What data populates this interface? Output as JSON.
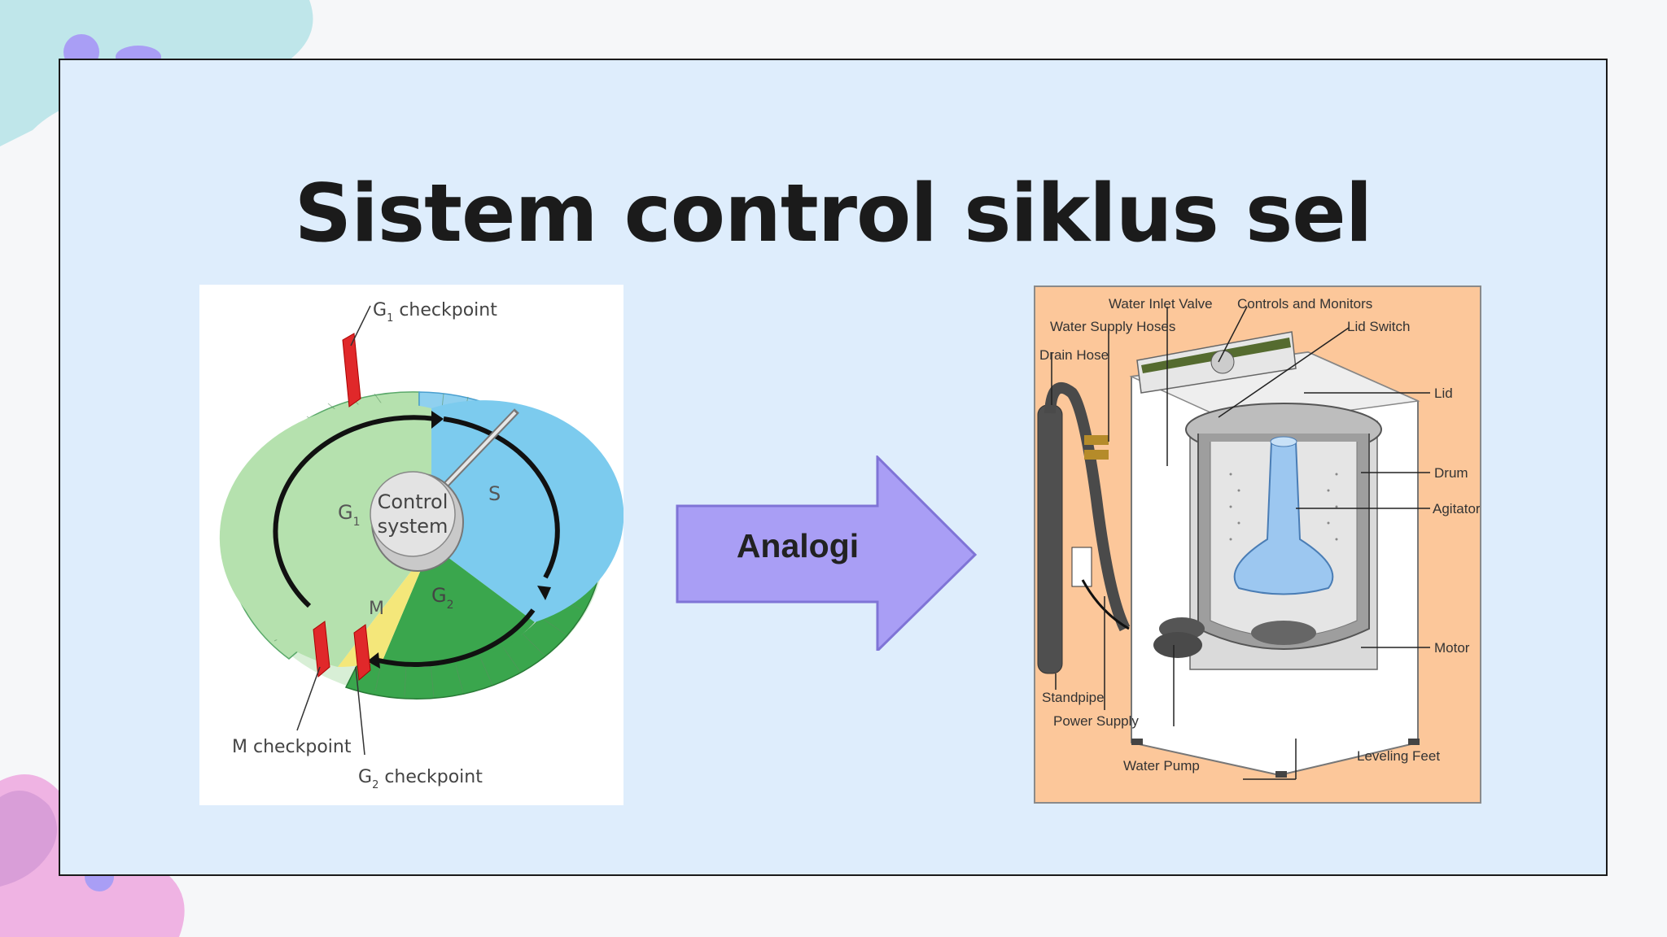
{
  "slide": {
    "title": "Sistem control siklus sel"
  },
  "cell_cycle": {
    "labels": {
      "g1_checkpoint": "G",
      "g1_checkpoint_sub": "1",
      "g1_checkpoint_word": " checkpoint",
      "control": "Control",
      "system": "system",
      "g1": "G",
      "g1_sub": "1",
      "s": "S",
      "g2": "G",
      "g2_sub": "2",
      "m": "M",
      "m_checkpoint": "M checkpoint",
      "g2_checkpoint": "G",
      "g2_checkpoint_sub": "2",
      "g2_checkpoint_word": " checkpoint"
    }
  },
  "arrow": {
    "label": "Analogi",
    "color": "#a99ef5"
  },
  "washer": {
    "labels": {
      "water_inlet_valve": "Water Inlet Valve",
      "controls_monitors": "Controls and Monitors",
      "water_supply_hoses": "Water Supply Hoses",
      "lid_switch": "Lid Switch",
      "drain_hose": "Drain Hose",
      "lid": "Lid",
      "drum": "Drum",
      "agitator": "Agitator",
      "motor": "Motor",
      "standpipe": "Standpipe",
      "power_supply": "Power Supply",
      "water_pump": "Water Pump",
      "leveling_feet": "Leveling Feet"
    }
  },
  "colors": {
    "slide_bg": "#deedfc",
    "washer_bg": "#fcc79a",
    "g1_green": "#b5e1ae",
    "g2_green": "#3aa64d",
    "s_blue": "#7ccbee",
    "m_yellow": "#f4e77a",
    "checkpoint_red": "#e0282a"
  }
}
